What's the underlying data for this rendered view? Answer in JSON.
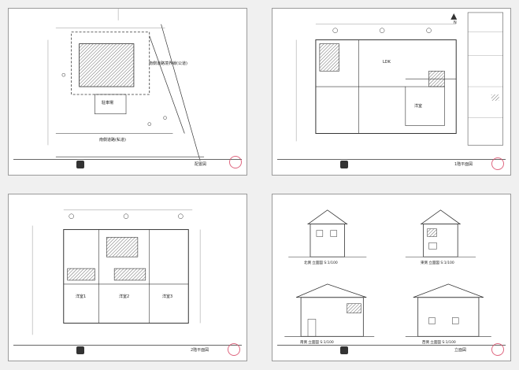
{
  "sheets": [
    {
      "id": "site-plan",
      "labels": {
        "road_right": "南側道路境界線(公道)",
        "road_bottom": "南側道路(私道)",
        "parking": "駐車場"
      },
      "title_block": {
        "drawing": "配置図"
      }
    },
    {
      "id": "floor-1",
      "labels": {
        "north": "N",
        "room": "洋室",
        "ldk": "LDK"
      },
      "title_block": {
        "drawing": "1階平面図"
      }
    },
    {
      "id": "floor-2",
      "labels": {
        "room1": "洋室1",
        "room2": "洋室2",
        "room3": "洋室3"
      },
      "title_block": {
        "drawing": "2階平面図"
      }
    },
    {
      "id": "elevations",
      "labels": {
        "north": "北側 立面図 S:1/100",
        "east": "東側 立面図 S:1/100",
        "south": "南側 立面図 S:1/100",
        "west": "西側 立面図 S:1/100"
      },
      "title_block": {
        "drawing": "立面図"
      }
    }
  ],
  "colors": {
    "stamp": "#d94c6a",
    "line": "#333333",
    "paper": "#ffffff"
  }
}
